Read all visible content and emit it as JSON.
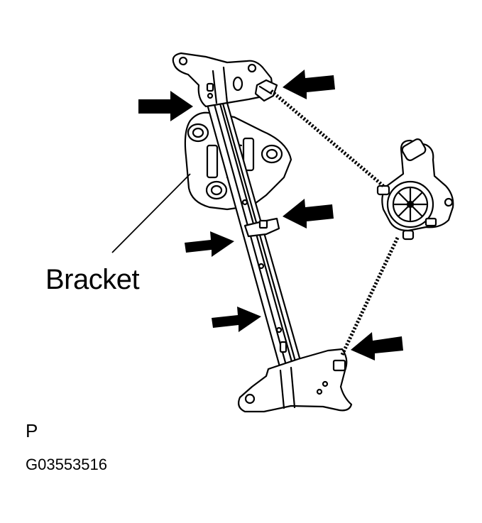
{
  "labels": {
    "bracket": "Bracket",
    "corner_mark": "P",
    "figure_code": "G03553516"
  },
  "colors": {
    "ink": "#000000",
    "background": "#ffffff"
  }
}
